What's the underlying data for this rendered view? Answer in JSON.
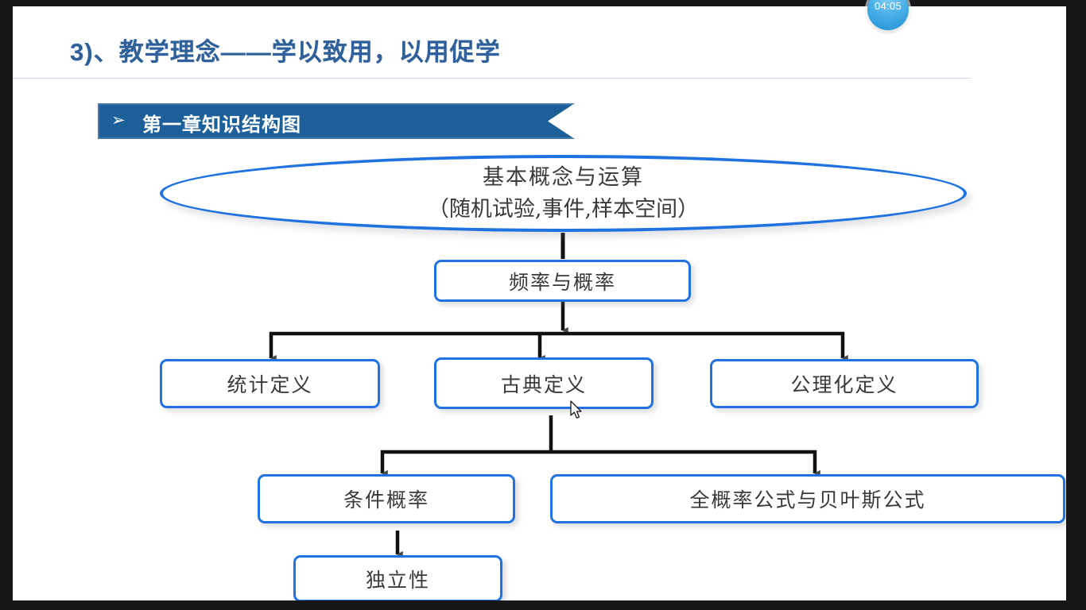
{
  "player": {
    "timer": "04:05",
    "accent_blue": "#1f72e0",
    "banner_blue": "#1d6099",
    "title_blue": "#2f6099"
  },
  "slide": {
    "title": "3)、教学理念——学以致用，以用促学",
    "section_banner": {
      "bullet": "➢",
      "label": "第一章知识结构图"
    }
  },
  "diagram": {
    "root": {
      "line1": "基本概念与运算",
      "line2": "（随机试验,事件,样本空间）"
    },
    "level2": {
      "label": "频率与概率"
    },
    "level3": [
      {
        "label": "统计定义"
      },
      {
        "label": "古典定义"
      },
      {
        "label": "公理化定义"
      }
    ],
    "level4": [
      {
        "label": "条件概率"
      },
      {
        "label": "全概率公式与贝叶斯公式"
      }
    ],
    "level5": [
      {
        "label": "独立性"
      }
    ]
  }
}
